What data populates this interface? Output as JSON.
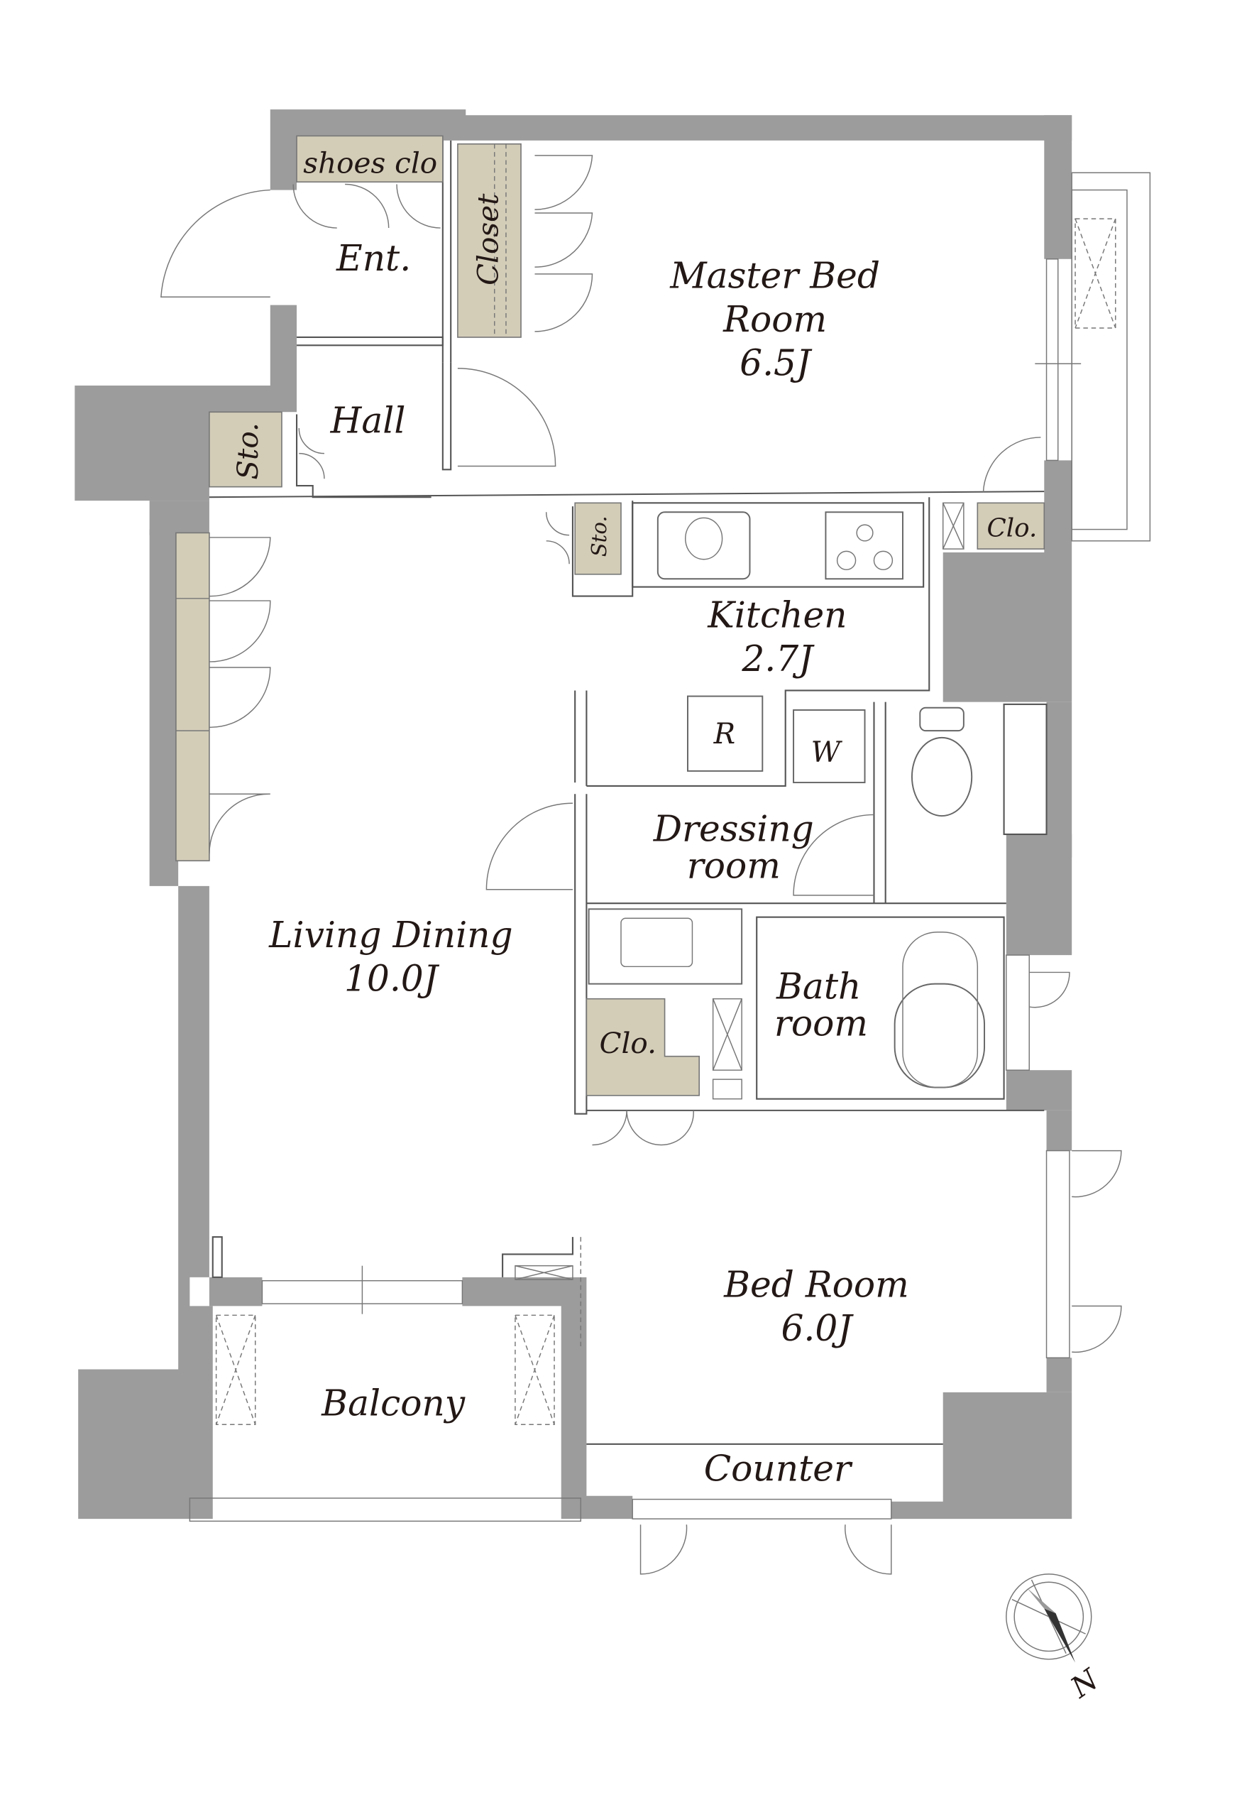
{
  "plan": {
    "colors": {
      "wall": "#9c9c9c",
      "storage": "#d3cdb8",
      "text": "#231815"
    },
    "rooms": {
      "master": {
        "name_1": "Master Bed",
        "name_2": "Room",
        "size": "6.5J"
      },
      "living": {
        "name": "Living Dining",
        "size": "10.0J"
      },
      "kitchen": {
        "name": "Kitchen",
        "size": "2.7J"
      },
      "bedroom": {
        "name": "Bed Room",
        "size": "6.0J"
      },
      "dressing": {
        "name_1": "Dressing",
        "name_2": "room"
      },
      "bath": {
        "name_1": "Bath",
        "name_2": "room"
      },
      "entrance": "Ent.",
      "hall": "Hall",
      "balcony": "Balcony",
      "counter": "Counter"
    },
    "storage": {
      "shoes": "shoes clo",
      "closet": "Closet",
      "hall_sto": "Sto.",
      "kitchen_sto": "Sto.",
      "master_clo": "Clo.",
      "dressing_clo": "Clo."
    },
    "appliances": {
      "fridge": "R",
      "washer": "W"
    },
    "compass": {
      "label": "N",
      "icon": "compass-icon"
    }
  }
}
